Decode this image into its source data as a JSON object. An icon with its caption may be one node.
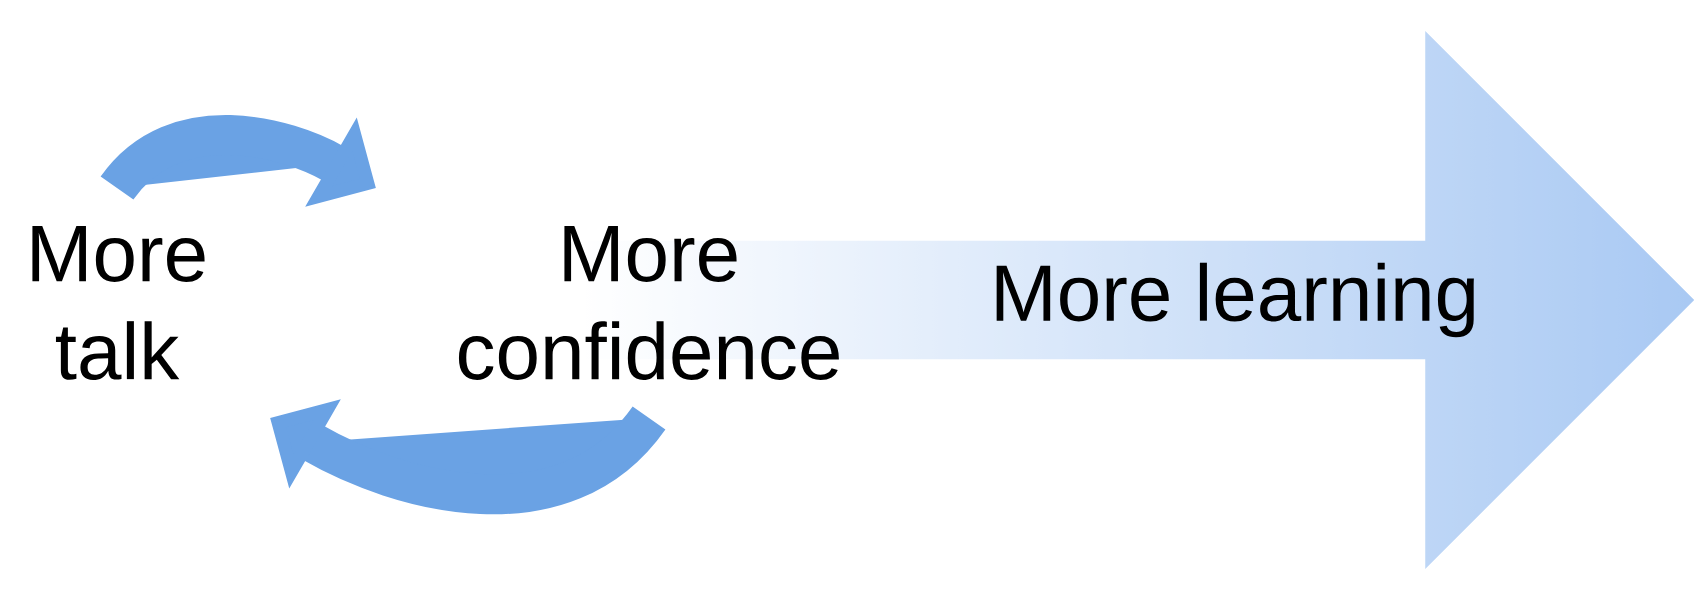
{
  "diagram": {
    "nodes": [
      {
        "text": [
          "More talk"
        ]
      },
      {
        "text": [
          "More confidence"
        ]
      },
      {
        "text": [
          "More learning"
        ]
      }
    ],
    "edges": [
      {
        "from": 0,
        "to": 1,
        "arrow": "to"
      },
      {
        "from": 1,
        "to": 0,
        "arrow": "to"
      }
    ]
  }
}
